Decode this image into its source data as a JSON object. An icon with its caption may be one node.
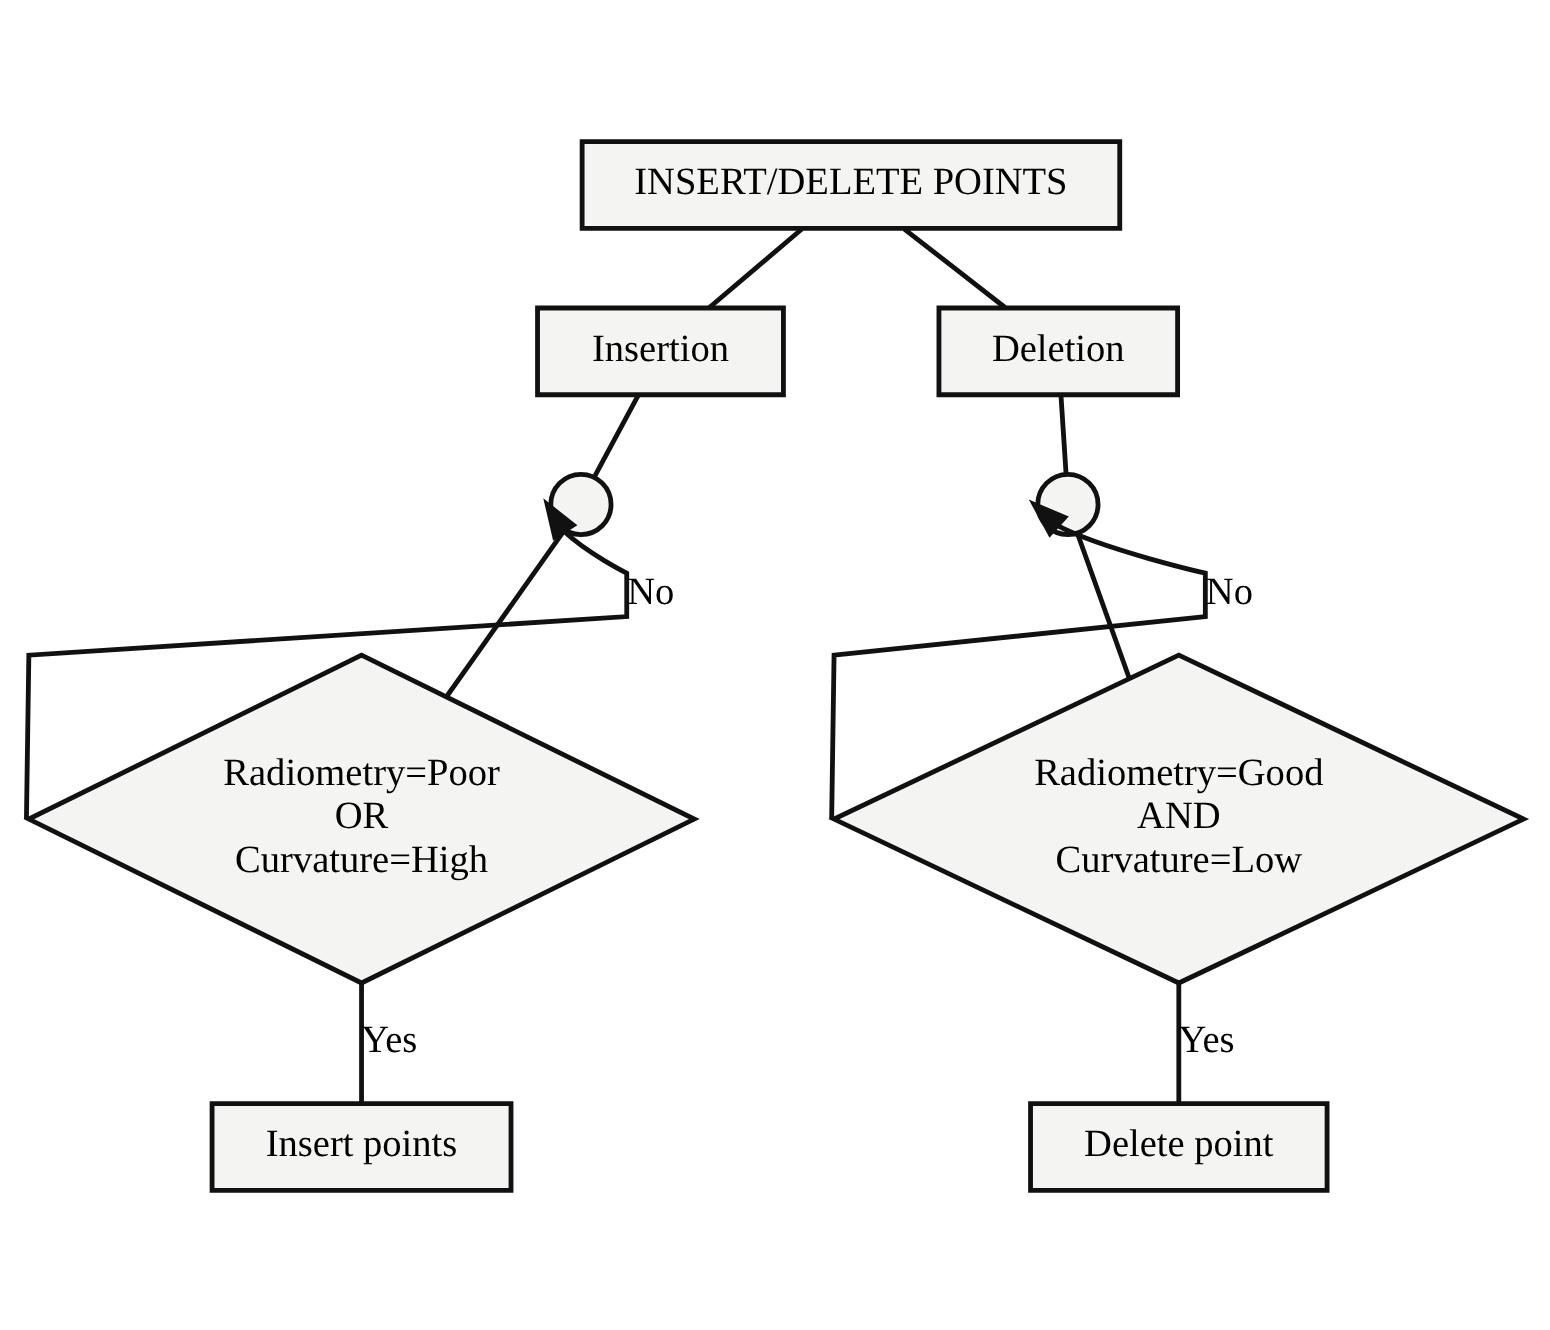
{
  "diagram": {
    "nodes": [
      {
        "text": [
          "INSERT/DELETE POINTS"
        ]
      },
      {
        "text": [
          "Insertion"
        ]
      },
      {
        "text": [
          "Deletion"
        ]
      },
      {
        "text": [],
        "shape": "circle"
      },
      {
        "text": [
          "Radiometry=Poor OR Curvature=High"
        ]
      },
      {
        "text": [
          "Insert points"
        ]
      },
      {
        "text": [],
        "shape": "circle"
      },
      {
        "text": [
          "Radiometry=Good AND Curvature=Low"
        ]
      },
      {
        "text": [
          "Delete point"
        ]
      }
    ],
    "edges": [
      {
        "from": 0,
        "to": 1,
        "arrow": "none"
      },
      {
        "from": 0,
        "to": 2,
        "arrow": "none"
      },
      {
        "from": 1,
        "to": 3,
        "arrow": "none"
      },
      {
        "from": 3,
        "to": 4,
        "arrow": "none"
      },
      {
        "from": 4,
        "to": 5,
        "label": "Yes",
        "arrow": "none"
      },
      {
        "from": 4,
        "to": 3,
        "label": "No",
        "arrow": "to"
      },
      {
        "from": 2,
        "to": 6,
        "arrow": "none"
      },
      {
        "from": 6,
        "to": 7,
        "arrow": "none"
      },
      {
        "from": 7,
        "to": 8,
        "label": "Yes",
        "arrow": "none"
      },
      {
        "from": 7,
        "to": 6,
        "label": "No",
        "arrow": "to"
      }
    ]
  }
}
